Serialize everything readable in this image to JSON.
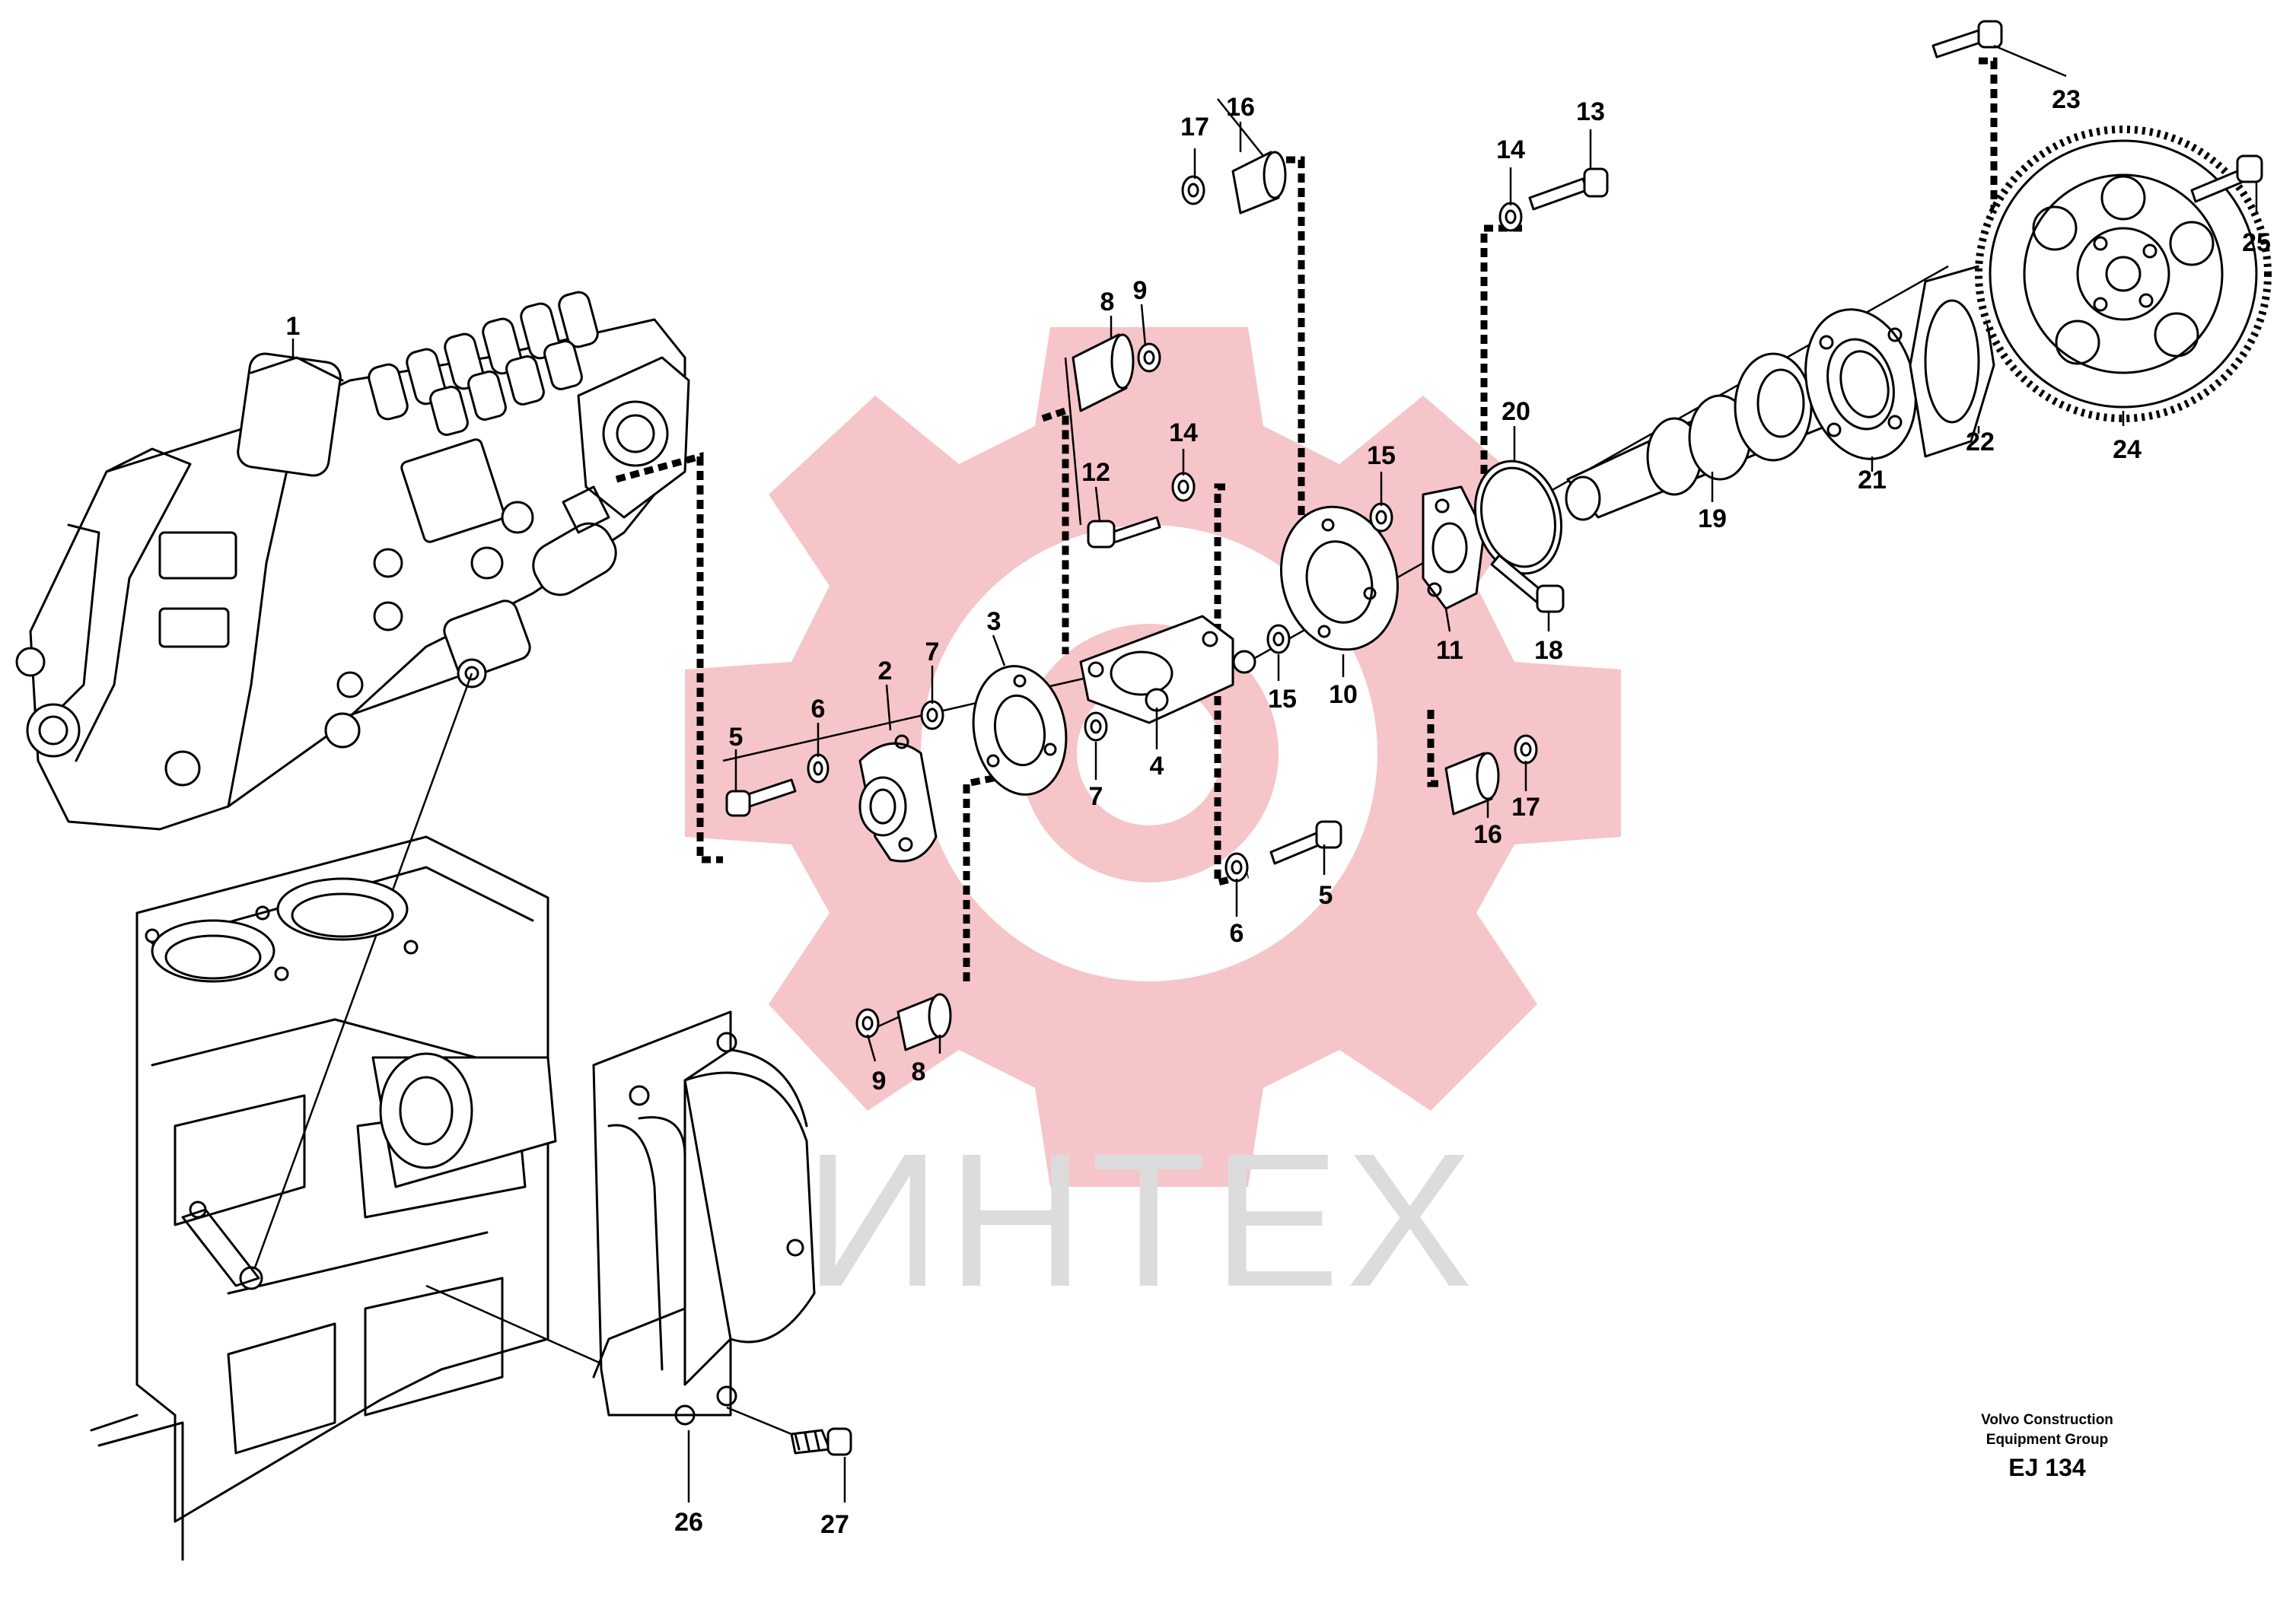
{
  "colors": {
    "line": "#000000",
    "watermark_logo": "#f6c2c6",
    "watermark_text": "#dcdcdc",
    "background": "#ffffff"
  },
  "watermark": {
    "text": "ИНТЕХ",
    "logo": "gear-watermark-icon"
  },
  "publisher": {
    "line1": "Volvo Construction",
    "line2": "Equipment Group",
    "code": "EJ 134"
  },
  "callouts": [
    {
      "id": "c1",
      "label": "1"
    },
    {
      "id": "c2",
      "label": "2"
    },
    {
      "id": "c3",
      "label": "3"
    },
    {
      "id": "c4",
      "label": "4"
    },
    {
      "id": "c5a",
      "label": "5"
    },
    {
      "id": "c5b",
      "label": "5"
    },
    {
      "id": "c6a",
      "label": "6"
    },
    {
      "id": "c6b",
      "label": "6"
    },
    {
      "id": "c7a",
      "label": "7"
    },
    {
      "id": "c7b",
      "label": "7"
    },
    {
      "id": "c8a",
      "label": "8"
    },
    {
      "id": "c8b",
      "label": "8"
    },
    {
      "id": "c9a",
      "label": "9"
    },
    {
      "id": "c9b",
      "label": "9"
    },
    {
      "id": "c10",
      "label": "10"
    },
    {
      "id": "c11",
      "label": "11"
    },
    {
      "id": "c12",
      "label": "12"
    },
    {
      "id": "c13",
      "label": "13"
    },
    {
      "id": "c14a",
      "label": "14"
    },
    {
      "id": "c14b",
      "label": "14"
    },
    {
      "id": "c15a",
      "label": "15"
    },
    {
      "id": "c15b",
      "label": "15"
    },
    {
      "id": "c16a",
      "label": "16"
    },
    {
      "id": "c16b",
      "label": "16"
    },
    {
      "id": "c17a",
      "label": "17"
    },
    {
      "id": "c17b",
      "label": "17"
    },
    {
      "id": "c18",
      "label": "18"
    },
    {
      "id": "c19",
      "label": "19"
    },
    {
      "id": "c20",
      "label": "20"
    },
    {
      "id": "c21",
      "label": "21"
    },
    {
      "id": "c22",
      "label": "22"
    },
    {
      "id": "c23",
      "label": "23"
    },
    {
      "id": "c24",
      "label": "24"
    },
    {
      "id": "c25",
      "label": "25"
    },
    {
      "id": "c26",
      "label": "26"
    },
    {
      "id": "c27",
      "label": "27"
    }
  ]
}
